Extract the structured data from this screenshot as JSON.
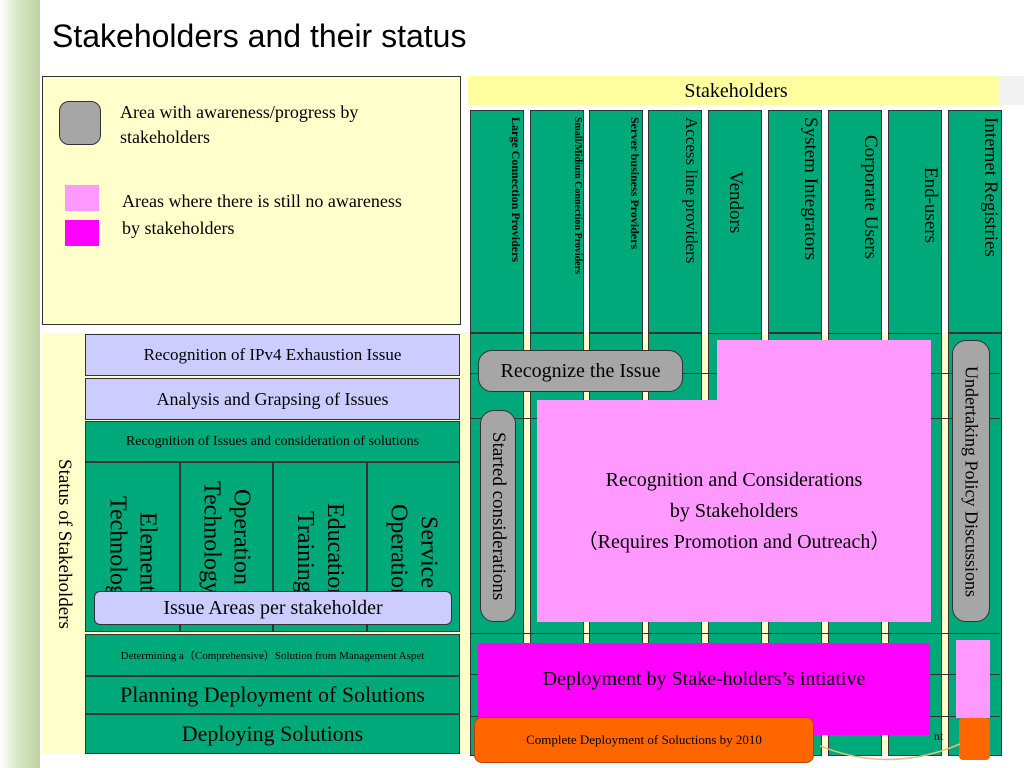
{
  "title": "Stakeholders and their status",
  "legend": {
    "gray_label": "Area with awareness/progress by stakeholders",
    "pink_label": "Areas where there is still no awareness by stakeholders"
  },
  "stakeholders_header": "Stakeholders",
  "stakeholders": [
    "Large Connection Providers",
    "Small/Midium Connection Providers",
    "Server business Providers",
    "Access line providers",
    "Vendors",
    "System Integrators",
    "Corporate Users",
    "End-users",
    "Internet Registries"
  ],
  "status_label": "Status of Stakeholders",
  "stages": {
    "recognition": "Recognition of  IPv4 Exhaustion Issue",
    "analysis": "Analysis and Grapsing of  Issues",
    "consideration": "Recognition of Issues and consideration of solutions",
    "issue_areas": [
      "Element Technology",
      "Operation Technology",
      "Education Training",
      "Service Operation"
    ],
    "issue_areas_label": "Issue Areas per stakeholder",
    "determining": "Determining a（Comprehensive）Solution from Management Aspet",
    "planning": "Planning Deployment of Solutions",
    "deploying": "Deploying Solutions"
  },
  "overlays": {
    "recognize": "Recognize the Issue",
    "started": "Started considerations",
    "undertaking": "Undertaking Policy Discussions",
    "considerations_line1": "Recognition and Considerations",
    "considerations_line2": "by Stakeholders",
    "considerations_line3": "（Requires Promotion and Outreach）",
    "deployment": "Deployment by Stake-holders’s intiative",
    "complete": "Complete Deployment of Soluctions by 2010",
    "hidden_fragment": "nt"
  },
  "colors": {
    "teal": "#00a97a",
    "cream": "#ffffcc",
    "lavender": "#ccccff",
    "pink": "#ff99ff",
    "magenta": "#ff00ff",
    "gray": "#a6a6a6",
    "orange": "#ff6600"
  }
}
